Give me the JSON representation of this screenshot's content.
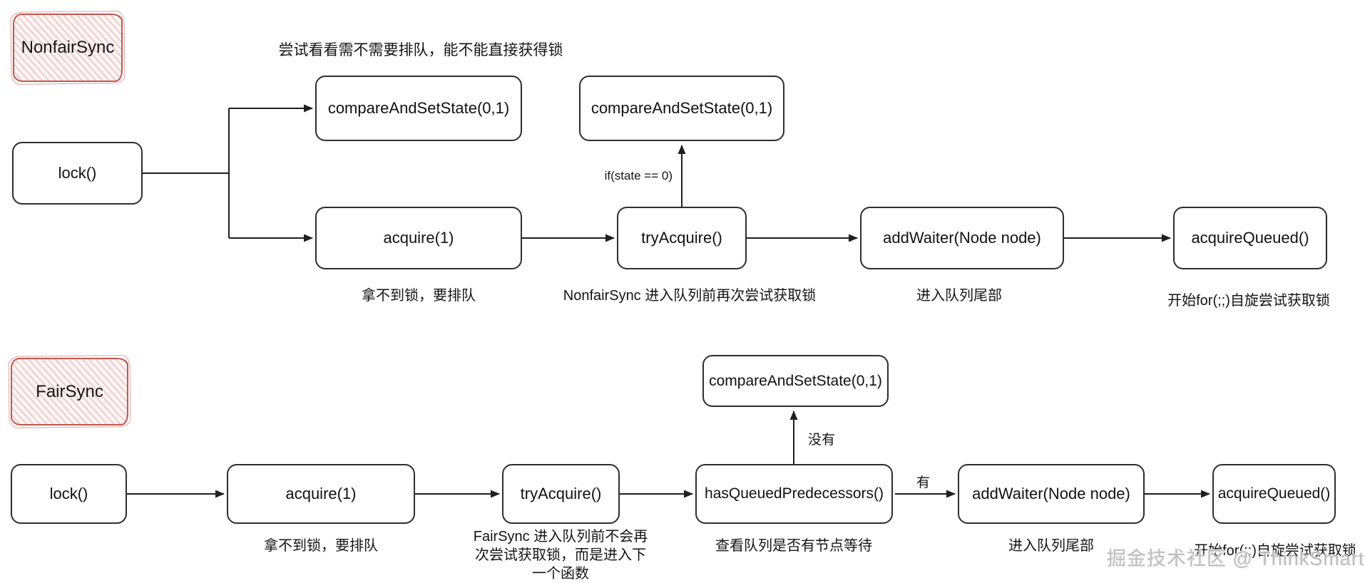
{
  "nonfair": {
    "label": "NonfairSync",
    "hint_top": "尝试看看需不需要排队，能不能直接获得锁",
    "nodes": {
      "lock": "lock()",
      "cas_direct": "compareAndSetState(0,1)",
      "cas_retry": "compareAndSetState(0,1)",
      "acquire": "acquire(1)",
      "try_acquire": "tryAcquire()",
      "add_waiter": "addWaiter(Node node)",
      "acquire_queued": "acquireQueued()"
    },
    "edge_labels": {
      "if_state": "if(state == 0)"
    },
    "notes": {
      "acquire": "拿不到锁，要排队",
      "try_acquire": "NonfairSync 进入队列前再次尝试获取锁",
      "add_waiter": "进入队列尾部",
      "acquire_queued": "开始for(;;)自旋尝试获取锁"
    }
  },
  "fair": {
    "label": "FairSync",
    "nodes": {
      "lock": "lock()",
      "acquire": "acquire(1)",
      "try_acquire": "tryAcquire()",
      "has_queued_predecessors": "hasQueuedPredecessors()",
      "cas": "compareAndSetState(0,1)",
      "add_waiter": "addWaiter(Node node)",
      "acquire_queued": "acquireQueued()"
    },
    "edge_labels": {
      "no_waiting": "没有",
      "has_waiting": "有"
    },
    "notes": {
      "acquire": "拿不到锁，要排队",
      "try_acquire": "FairSync 进入队列前不会再次尝试获取锁，而是进入下一个函数",
      "has_queued_predecessors": "查看队列是否有节点等待",
      "add_waiter": "进入队列尾部",
      "acquire_queued": "开始for(;;)自旋尝试获取锁"
    }
  },
  "watermark": "掘金技术社区 @ ThinkSmart",
  "colors": {
    "sketch_red": "#c0564f",
    "line": "#1f1f1f"
  }
}
